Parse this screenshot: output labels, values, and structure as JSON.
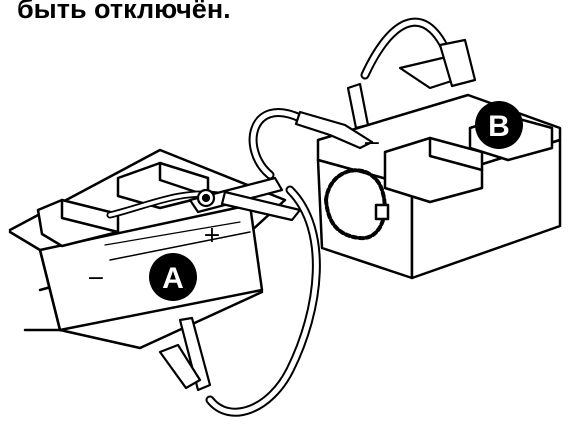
{
  "caption": {
    "line1": "быть отключён."
  },
  "batteries": {
    "a_label": "A",
    "b_label": "B"
  },
  "terminal_signs": {
    "a_plus": "+",
    "a_minus": "−",
    "b_minus": "−"
  },
  "colors": {
    "ink": "#000000",
    "paper": "#ffffff"
  }
}
